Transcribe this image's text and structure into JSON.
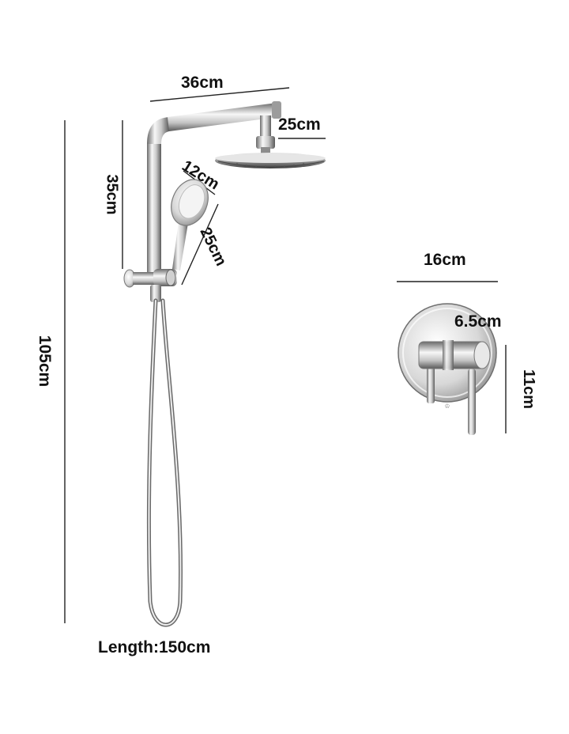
{
  "dimensions": {
    "arm_width": "36cm",
    "head_diameter": "25cm",
    "handheld_head": "12cm",
    "riser_height": "35cm",
    "handheld_length": "25cm",
    "total_height": "105cm",
    "hose_length": "Length:150cm",
    "mixer_plate": "16cm",
    "mixer_handle": "6.5cm",
    "mixer_height": "11cm"
  },
  "colors": {
    "text": "#111111",
    "dimension_line": "#222222",
    "chrome_light": "#f4f4f4",
    "chrome_mid": "#bdbdbd",
    "chrome_dark": "#555555"
  }
}
